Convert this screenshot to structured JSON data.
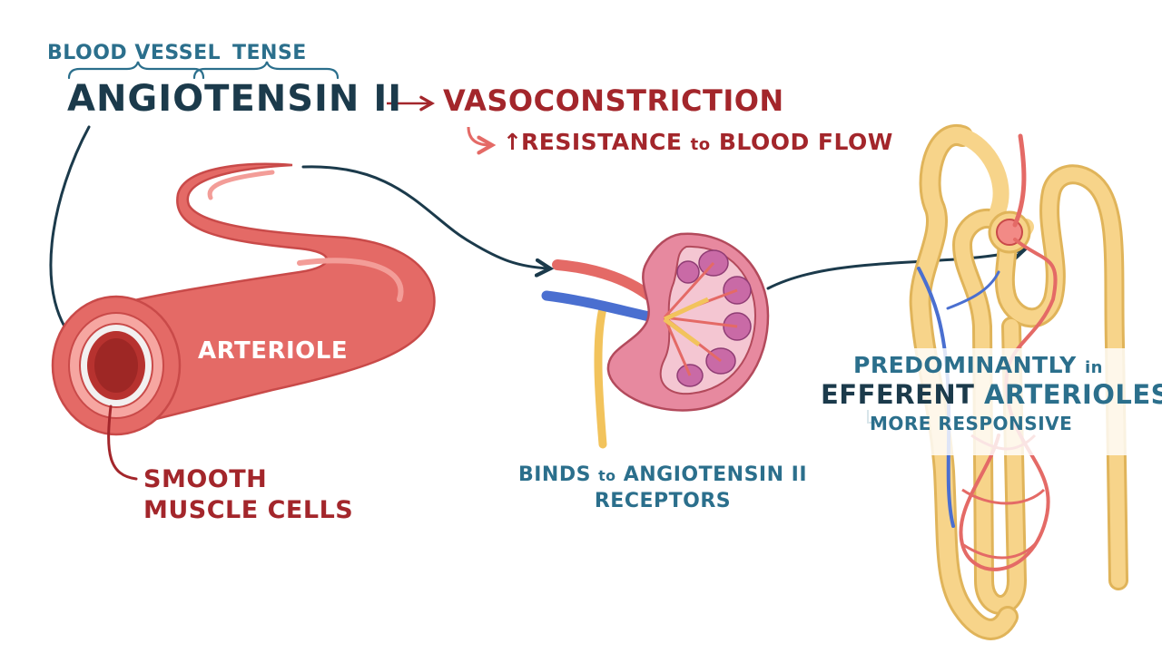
{
  "heading": {
    "etymology_blood_vessel": "BLOOD VESSEL",
    "etymology_tense": "TENSE",
    "hormone": "ANGIOTENSIN II"
  },
  "effect": {
    "main": "VASOCONSTRICTION",
    "arrow_up": "↑",
    "result_a": "RESISTANCE",
    "result_to": "to",
    "result_b": "BLOOD FLOW"
  },
  "vessel": {
    "label": "ARTERIOLE",
    "muscle_label": "SMOOTH MUSCLE CELLS"
  },
  "kidney": {
    "binds_a": "BINDS",
    "binds_to": "to",
    "binds_b": "ANGIOTENSIN II RECEPTORS"
  },
  "nephron": {
    "pred": "PREDOMINANTLY",
    "pred_in": "in",
    "efferent": "EFFERENT",
    "arterioles": "ARTERIOLES",
    "more": "MORE RESPONSIVE"
  },
  "colors": {
    "teal": "#2b6f8c",
    "navy": "#1b3a4b",
    "red_text": "#a3262b",
    "arteriole_red": "#e46a66",
    "nephron_yellow": "#f7d48a",
    "vein_blue": "#4a6fd0"
  }
}
